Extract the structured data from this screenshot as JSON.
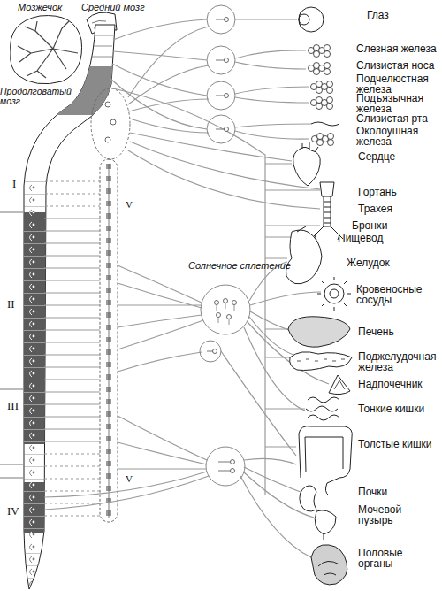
{
  "diagram": {
    "nodes": [
      {
        "text": [
          "Солнечное сплетение"
        ]
      }
    ],
    "labels": [
      "Мозжечок",
      "Средний мозг",
      "Продолговатый мозг",
      "Глаз",
      "Слезная железа",
      "Слизистая носа",
      "Подчелюстная железа",
      "Подъязычная железа",
      "Слизистая рта",
      "Околоушная железа",
      "Сердце",
      "I",
      "V",
      "Гортань",
      "Трахея",
      "Бронхи",
      "Пищевод",
      "Желудок",
      "II",
      "Кровеносные сосуды",
      "Печень",
      "Поджелудочная железа",
      "Надпочечник",
      "III",
      "Тонкие кишки",
      "Толстые кишки",
      "V",
      "IV",
      "Почки",
      "Мочевой пузырь",
      "Половые органы"
    ]
  }
}
